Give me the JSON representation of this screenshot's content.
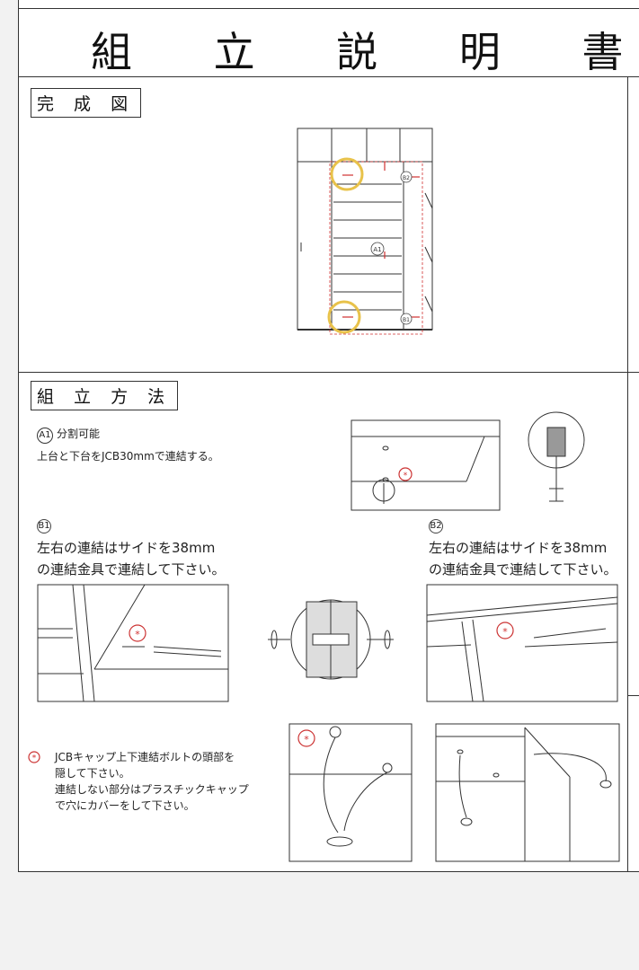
{
  "document": {
    "title": "組 立 説 明 書",
    "section_completed": "完 成 図",
    "section_method": "組 立 方 法"
  },
  "labels": {
    "a1_mark": "A1",
    "a1_heading": "分割可能",
    "a1_text": "上台と下台をJCB30mmで連結する。",
    "b1_mark": "B1",
    "b2_mark": "B2",
    "b1_line1": "左右の連結はサイドを38mm",
    "b1_line2": "の連結金具で連結して下さい。",
    "b2_line1": "左右の連結はサイドを38mm",
    "b2_line2": "の連結金具で連結して下さい。",
    "cap_line1": "JCBキャップ上下連結ボルトの頭部を",
    "cap_line2": "隠して下さい。",
    "cap_line3": "連結しない部分はプラスチックキャップ",
    "cap_line4": "で穴にカバーをして下さい。"
  },
  "diagram_marks": {
    "fig_a1": "A1",
    "fig_b1": "B1",
    "fig_b2": "B2",
    "star": "*"
  },
  "colors": {
    "highlight_ring": "#e8c24a",
    "accent_red": "#d03030"
  }
}
